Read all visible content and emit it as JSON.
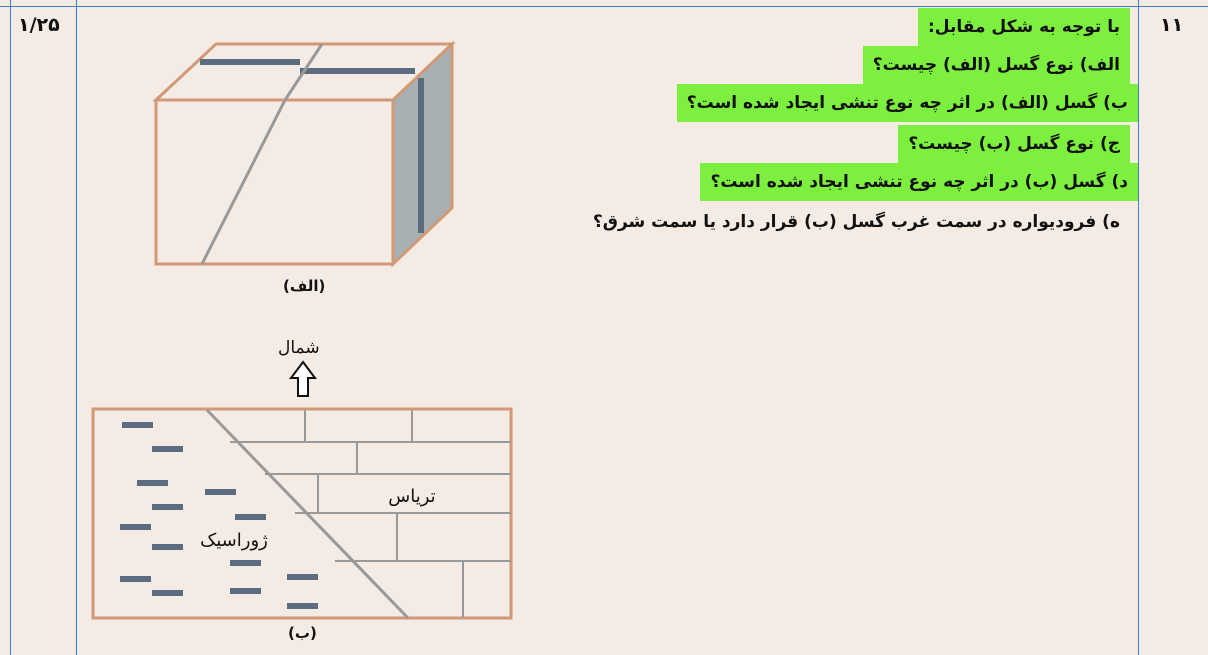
{
  "score": "۱/۲۵",
  "question_number": "۱۱",
  "question": {
    "intro": "با توجه به شکل مقابل:",
    "parts": [
      "الف) نوع گسل (الف) چیست؟",
      "ب) گسل (الف) در اثر چه نوع تنشی ایجاد شده است؟",
      "ج) نوع گسل (ب) چیست؟",
      "د) گسل (ب) در اثر چه نوع تنشی ایجاد شده است؟",
      "ه) فرودیواره در سمت غرب گسل (ب) قرار دارد یا سمت شرق؟"
    ]
  },
  "figure_a": {
    "caption": "(الف)"
  },
  "figure_b": {
    "caption": "(ب)",
    "north_label": "شمال",
    "left_rock": "ژوراسیک",
    "right_rock": "تریاس"
  },
  "colors": {
    "highlight": "#7cef3f",
    "border_blue": "#3f7fc4",
    "box_edge": "#d09a78",
    "bar_blue": "#5b6b80",
    "side_gray": "#a9b0b3",
    "fault_gray": "#999999"
  }
}
